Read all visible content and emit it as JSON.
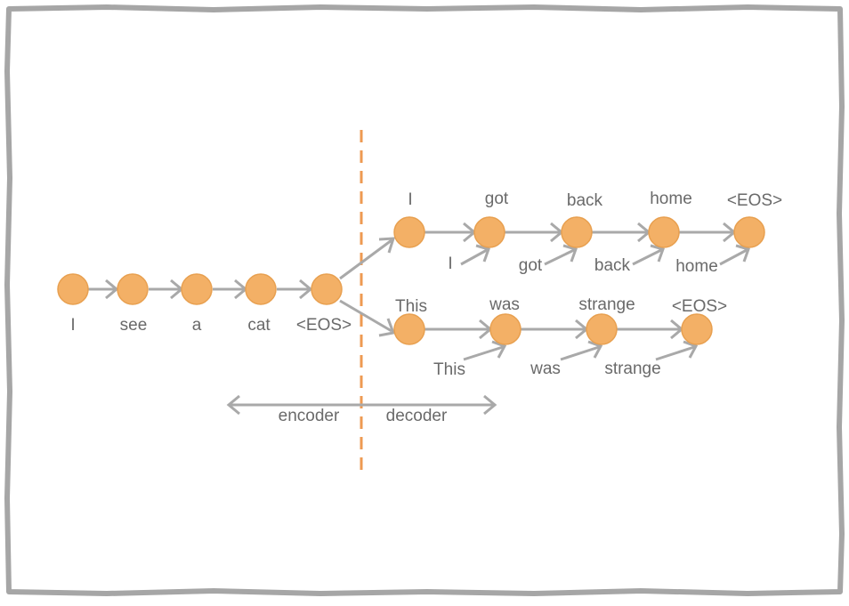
{
  "colors": {
    "node_fill": "#f3b066",
    "node_stroke": "#e8a050",
    "arrow": "#a9a9a9",
    "divider": "#ee9a52",
    "text": "#6a6a6a",
    "frame": "#a6a6a6"
  },
  "encoder": {
    "tokens": [
      "I",
      "see",
      "a",
      "cat",
      "<EOS>"
    ]
  },
  "decoder_top": {
    "outputs": [
      "I",
      "got",
      "back",
      "home",
      "<EOS>"
    ],
    "inputs": [
      "I",
      "got",
      "back",
      "home"
    ]
  },
  "decoder_bottom": {
    "outputs": [
      "This",
      "was",
      "strange",
      "<EOS>"
    ],
    "inputs": [
      "This",
      "was",
      "strange"
    ]
  },
  "legend": {
    "encoder_label": "encoder",
    "decoder_label": "decoder"
  }
}
